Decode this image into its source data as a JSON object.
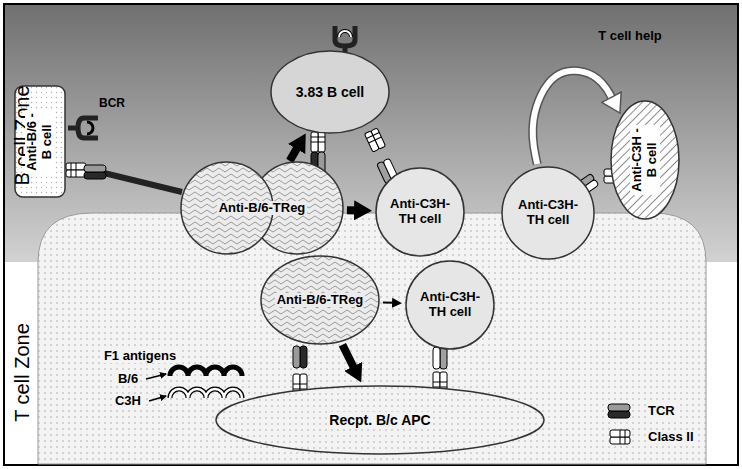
{
  "diagram": {
    "nodes": [
      {
        "text": [
          "B cell Zone"
        ]
      },
      {
        "text": [
          "Anti-B/6 -B cell"
        ],
        "in": 0
      },
      {
        "text": [
          "3.83 B cell"
        ],
        "in": 0
      },
      {
        "text": [
          "Anti-B/6-TReg"
        ],
        "in": 0
      },
      {
        "text": [
          "Anti-C3H- TH cell"
        ],
        "in": 0
      },
      {
        "text": [
          "Anti-C3H- TH cell"
        ],
        "in": 0
      },
      {
        "text": [
          "Anti-C3H -B cell"
        ],
        "in": 0
      },
      {
        "text": [
          "T cell Zone"
        ]
      },
      {
        "text": [
          "Anti-B/6-TReg"
        ],
        "in": 7
      },
      {
        "text": [
          "Anti-C3H- TH cell"
        ],
        "in": 7
      },
      {
        "text": [
          "Recpt. B/c APC"
        ],
        "in": 7
      }
    ],
    "edges": [
      {
        "from": 3,
        "to": 2,
        "arrow": "to"
      },
      {
        "from": 3,
        "to": 4,
        "arrow": "to"
      },
      {
        "from": 5,
        "to": 6,
        "label": "T cell help",
        "arrow": "to"
      },
      {
        "from": 8,
        "to": 9,
        "arrow": "to"
      },
      {
        "from": 8,
        "to": 10,
        "arrow": "to"
      }
    ],
    "labels": [
      "BCR",
      "F1 antigens",
      "B/6",
      "C3H"
    ],
    "legend": [
      {
        "text": "TCR"
      },
      {
        "text": "Class II"
      }
    ]
  }
}
